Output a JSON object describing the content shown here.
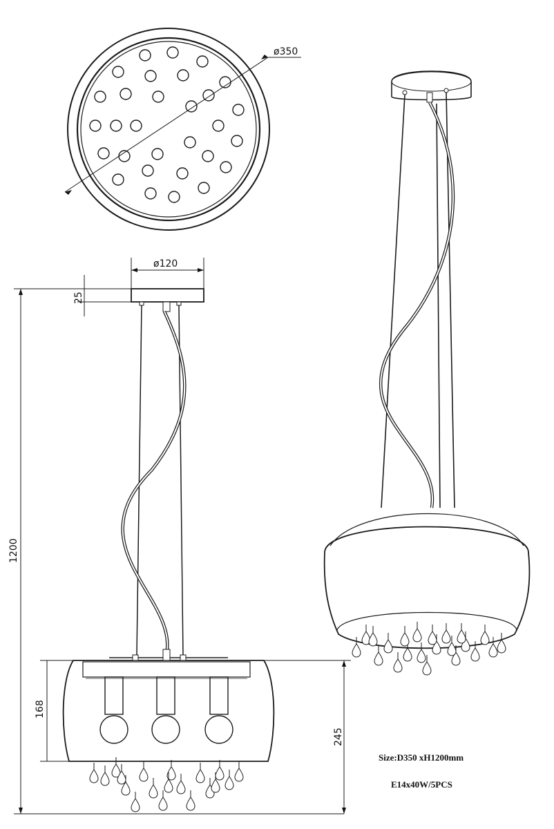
{
  "dimensions": {
    "top_diameter": "ø350",
    "canopy_diameter": "ø120",
    "canopy_height": "25",
    "overall_height": "1200",
    "shade_height": "168",
    "body_height": "245"
  },
  "specs": {
    "size": "Size:D350 xH1200mm",
    "bulbs": "E14x40W/5PCS"
  }
}
